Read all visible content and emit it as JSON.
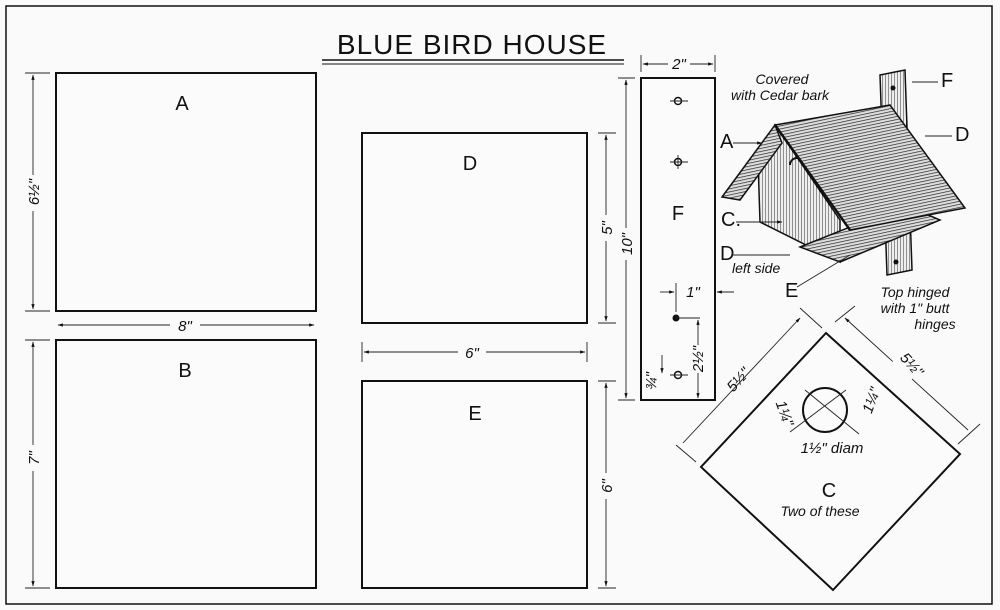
{
  "title": "BLUE BIRD HOUSE",
  "parts": {
    "A": {
      "label": "A",
      "height_dim": "6½\"",
      "width_dim": "8\""
    },
    "B": {
      "label": "B",
      "height_dim": "7\""
    },
    "D": {
      "label": "D",
      "height_dim": "5\"",
      "width_dim": "6\""
    },
    "E": {
      "label": "E",
      "height_dim": "6\""
    },
    "F": {
      "label": "F",
      "width_dim": "2\"",
      "length_dim": "10\"",
      "hole_offset_dim": "1\"",
      "bottom_hole_dim": "2½\"",
      "edge_dim": "¾\""
    },
    "C": {
      "label": "C",
      "note": "Two of these",
      "side_dim_left": "5½\"",
      "side_dim_right": "5½\"",
      "hole_offset_left": "1¼\"",
      "hole_offset_right": "1¼\"",
      "hole_dim": "1½\" diam"
    }
  },
  "illustration": {
    "note_cover_line1": "Covered",
    "note_cover_line2": "with Cedar bark",
    "callout_A": "A",
    "callout_D_right": "D",
    "callout_F": "F",
    "callout_C": "C.",
    "callout_D_left": "D",
    "left_side": "left side",
    "callout_E": "E",
    "note_hinge_line1": "Top hinged",
    "note_hinge_line2": "with 1\" butt",
    "note_hinge_line3": "hinges"
  }
}
